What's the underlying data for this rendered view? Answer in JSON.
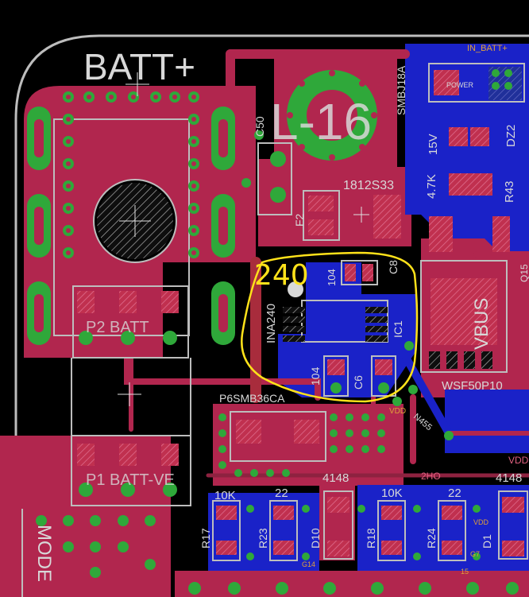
{
  "colors": {
    "background": "#000000",
    "top_copper": "#b1264e",
    "bottom_copper": "#1a22c8",
    "via_ring": "#2fa83a",
    "silkscreen": "#d8d8d8",
    "annotation": "#ffe21a",
    "trace_top": "#a82c3c"
  },
  "silk": {
    "batt_plus": "BATT+",
    "big_marking": "L-16",
    "in_batt_plus": "IN_BATT+",
    "power": "POWER",
    "smbj18a": "SMBJ18A",
    "c50": "C50",
    "f2": "F2",
    "ref_1812s33": "1812S33",
    "v15": "15V",
    "dz2": "DZ2",
    "k47": "4.7K",
    "r43": "R43",
    "ina240": "INA240",
    "ref_104a": "104",
    "c8": "C8",
    "ic1": "IC1",
    "c6": "C6",
    "ref_104b": "104",
    "vbus": "VBUS",
    "wsf50p10": "WSF50P10",
    "p2_batt": "P2 BATT",
    "p6smb36ca": "P6SMB36CA",
    "p1_batt_ve": "P1 BATT-VE",
    "n455": "N455",
    "ref_2ho": "2HO",
    "vdd_right": "VDD",
    "k10a": "10K",
    "r22a": "22",
    "d4148a": "4148",
    "k10b": "10K",
    "r22b": "22",
    "d4148b": "4148",
    "r17": "R17",
    "r23": "R23",
    "d10": "D10",
    "r18": "R18",
    "r24": "R24",
    "d1": "D1",
    "g14": "G14",
    "mode": "MODE",
    "vdd_small": "VDD",
    "vdd_small2": "VDD",
    "ref_15": "15",
    "ref_q15": "Q15",
    "ref_g7": "G7"
  },
  "annotation": {
    "label": "240"
  }
}
